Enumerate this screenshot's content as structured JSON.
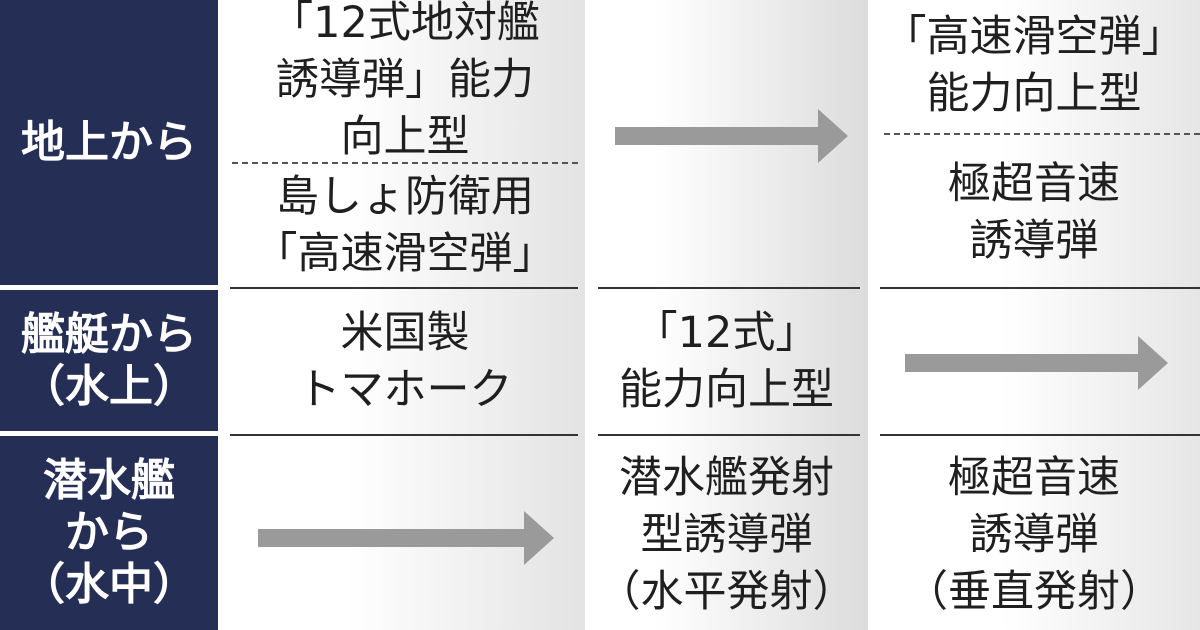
{
  "rows": [
    {
      "label": "地上から"
    },
    {
      "label": "艦艇から\n（水上）"
    },
    {
      "label": "潜水艦\nから\n（水中）"
    }
  ],
  "row1": {
    "col1_top": "「12式地対艦\n誘導弾」能力\n向上型",
    "col1_bottom": "島しょ防衛用\n「高速滑空弾」",
    "col3_top": "「高速滑空弾」\n能力向上型",
    "col3_bottom": "極超音速\n誘導弾"
  },
  "row2": {
    "col1": "米国製\nトマホーク",
    "col2": "「12式」\n能力向上型"
  },
  "row3": {
    "col2": "潜水艦発射\n型誘導弾\n（水平発射）",
    "col3": "極超音速\n誘導弾\n（垂直発射）"
  },
  "colors": {
    "header_bg": "#252e55",
    "arrow": "#9a9a9a"
  }
}
